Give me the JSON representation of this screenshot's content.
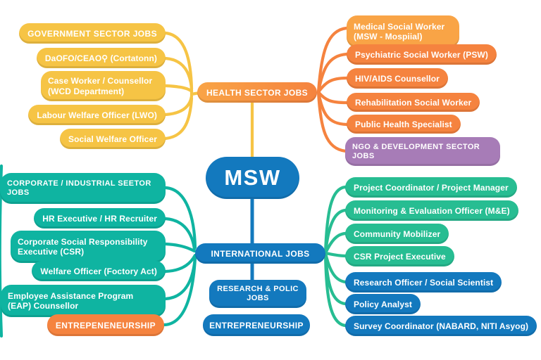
{
  "center": {
    "label": "MSW"
  },
  "government": {
    "header": "GOVERNMENT SECTOR JOBS",
    "items": [
      "DaOFO/CEAO⚲ (Cortatonn)",
      "Case Worker / Counsellor (WCD Department)",
      "Labour Welfare Officer (LWO)",
      "Social Welfare Officer"
    ]
  },
  "health": {
    "header": "HEALTH SECTOR JOBS",
    "items": [
      "Medical Social Worker (MSW - Mospiial)",
      "Psychiatric Social Worker (PSW)",
      "HIV/AIDS Counsellor",
      "Rehabilitation Social Worker",
      "Public Health Specialist"
    ]
  },
  "ngo_development": {
    "header": "NGO & DEVELOPMENT SECTOR JOBS",
    "items": [
      "Project Coordinator / Project Manager",
      "Monitoring & Evaluation Officer (M&E)",
      "Community Mobilizer",
      "CSR Project Executive"
    ]
  },
  "corporate": {
    "header": "CORPORATE / INDUSTRIAL SEETOR JOBS",
    "items": [
      "HR Executive / HR Recruiter",
      "Corporate Social Responsibility Executive (CSR)",
      "Welfare Officer (Foctory Act)",
      "Employee Assistance Program (EAP) Counsellor"
    ]
  },
  "international": {
    "header": "INTERNATIONAL JOBS"
  },
  "research_policy": {
    "header": "RESEARCH & POLIC JOBS",
    "items": [
      "Research Officer / Social Scientist",
      "Policy Analyst",
      "Survey Coordinator (NABARD, NITI Asyog)"
    ]
  },
  "entrepreneurship_left": {
    "label": "ENTREPENENEURSHIP"
  },
  "entrepreneurship_bottom": {
    "label": "ENTREPRENEURSHIP"
  },
  "colors": {
    "yellow": "#F6C445",
    "orange": "#F5833F",
    "orange_light": "#F9A446",
    "teal": "#0FB4A1",
    "green": "#27BD92",
    "blue": "#1379BE",
    "purple": "#A77CB7"
  }
}
